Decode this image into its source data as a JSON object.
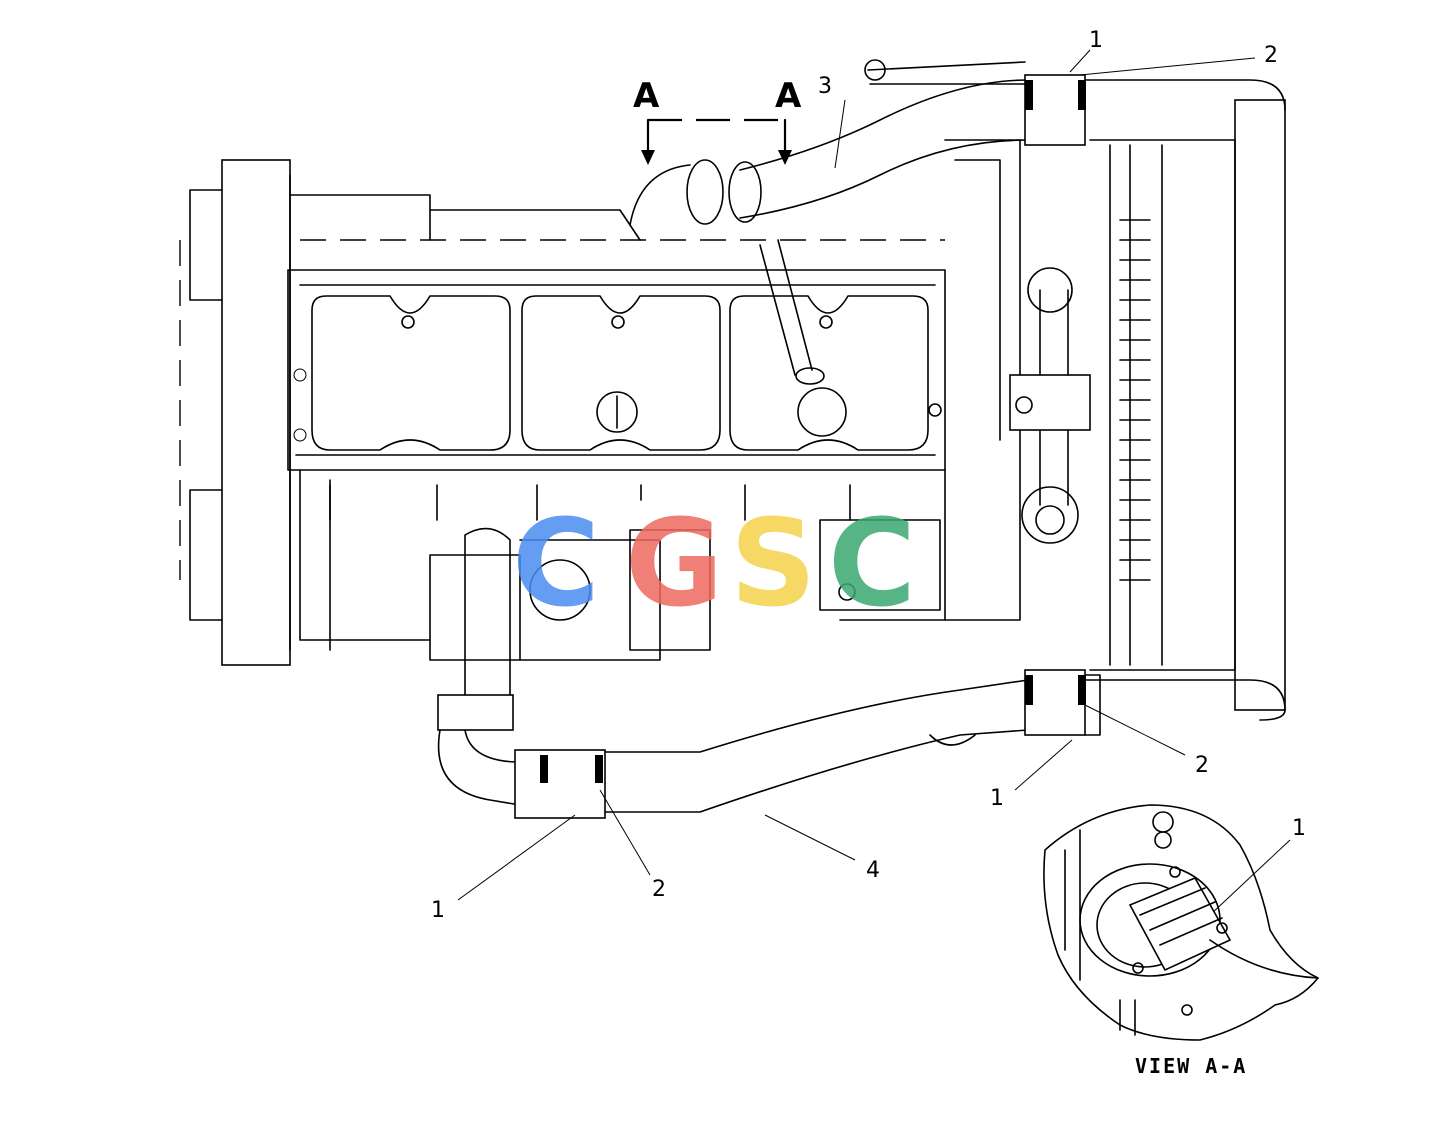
{
  "section_markers": {
    "left": "A",
    "right": "A"
  },
  "callouts": {
    "top_1": "1",
    "top_2": "2",
    "upper_tube_3": "3",
    "right_lower_2": "2",
    "right_lower_1": "1",
    "bottom_1": "1",
    "bottom_2": "2",
    "lower_tube_4": "4",
    "detail_1": "1"
  },
  "view_label": "VIEW A-A",
  "watermark": {
    "letters": [
      "C",
      "G",
      "S",
      "C"
    ],
    "colors": [
      "#4a8df0",
      "#ee6a60",
      "#f5d24a",
      "#3aa870"
    ]
  }
}
